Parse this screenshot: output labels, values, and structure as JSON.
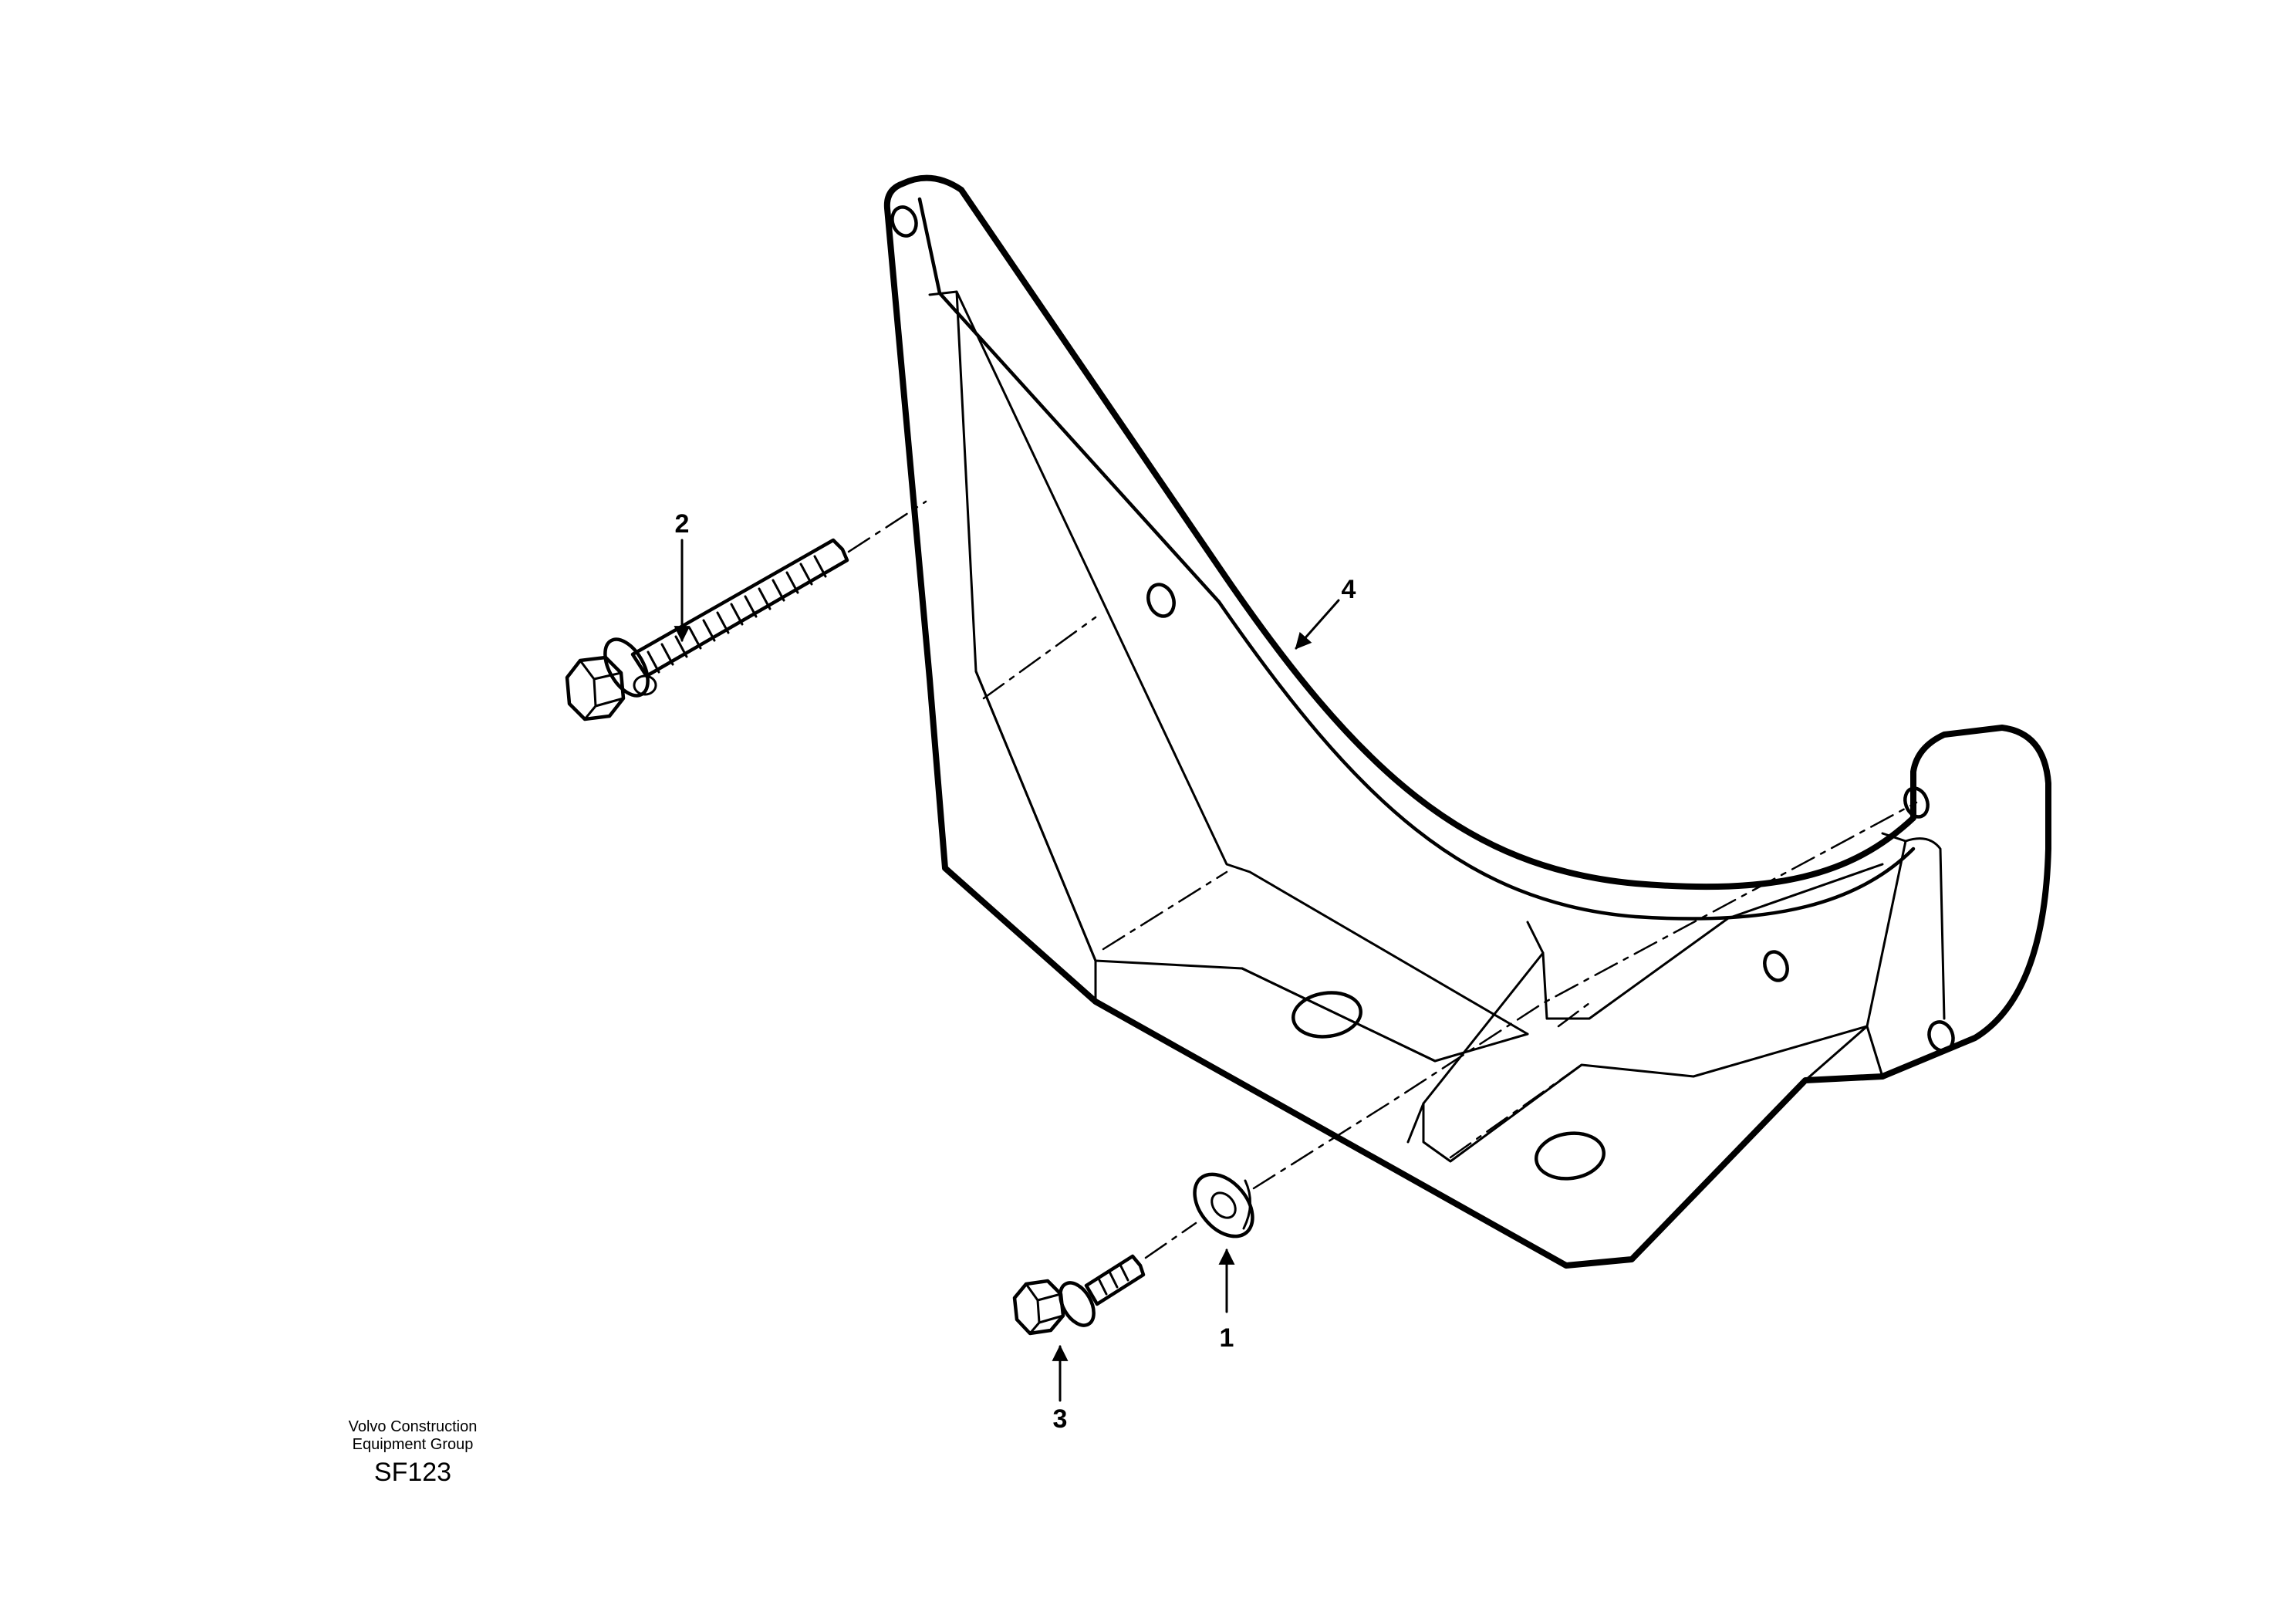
{
  "callouts": [
    {
      "id": "1",
      "label": "1"
    },
    {
      "id": "2",
      "label": "2"
    },
    {
      "id": "3",
      "label": "3"
    },
    {
      "id": "4",
      "label": "4"
    }
  ],
  "footer": {
    "org_line1": "Volvo Construction",
    "org_line2": "Equipment Group",
    "drawing_code": "SF123"
  }
}
